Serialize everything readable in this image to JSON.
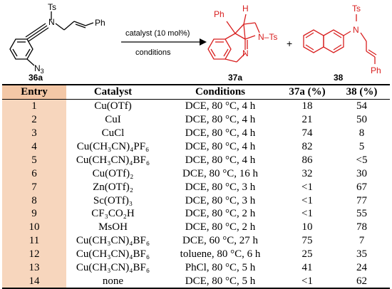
{
  "scheme": {
    "reactant_label": "36a",
    "product1_label": "37a",
    "product2_label": "38",
    "arrow_above": "catalyst (10 mol%)",
    "arrow_below": "conditions",
    "plus": "+",
    "atoms": {
      "ts_sm": "Ts",
      "n_sm": "N",
      "ph_sm": "Ph",
      "n3": "N",
      "n3_sub": "3",
      "ph_p1": "Ph",
      "h_p1": "H",
      "n_ts_p1": "N–Ts",
      "n_imine": "N",
      "ts_p2": "Ts",
      "n_p2": "N",
      "ph_p2": "Ph"
    },
    "colors": {
      "product": "#d81e1e",
      "arrow": "#000000"
    }
  },
  "table": {
    "headers": [
      "Entry",
      "Catalyst",
      "Conditions",
      "37a (%)",
      "38 (%)"
    ],
    "rows": [
      [
        "1",
        "Cu(OTf)",
        "DCE, 80 °C, 4 h",
        "18",
        "54"
      ],
      [
        "2",
        "CuI",
        "DCE, 80 °C, 4 h",
        "21",
        "50"
      ],
      [
        "3",
        "CuCl",
        "DCE, 80 °C, 4 h",
        "74",
        "8"
      ],
      [
        "4",
        "Cu(CH₃CN)₄PF₆",
        "DCE, 80 °C, 4 h",
        "82",
        "5"
      ],
      [
        "5",
        "Cu(CH₃CN)₄BF₆",
        "DCE, 80 °C, 4 h",
        "86",
        "<5"
      ],
      [
        "6",
        "Cu(OTf)₂",
        "DCE, 80 °C, 16 h",
        "32",
        "30"
      ],
      [
        "7",
        "Zn(OTf)₂",
        "DCE, 80 °C, 3 h",
        "<1",
        "67"
      ],
      [
        "8",
        "Sc(OTf)₃",
        "DCE, 80 °C, 3 h",
        "<1",
        "77"
      ],
      [
        "9",
        "CF₃CO₂H",
        "DCE, 80 °C, 2 h",
        "<1",
        "55"
      ],
      [
        "10",
        "MsOH",
        "DCE, 80 °C, 2 h",
        "10",
        "78"
      ],
      [
        "11",
        "Cu(CH₃CN)₄BF₆",
        "DCE, 60 °C, 27 h",
        "75",
        "7"
      ],
      [
        "12",
        "Cu(CH₃CN)₄BF₆",
        "toluene, 80 °C, 6 h",
        "25",
        "35"
      ],
      [
        "13",
        "Cu(CH₃CN)₄BF₆",
        "PhCl, 80 °C, 5 h",
        "41",
        "24"
      ],
      [
        "14",
        "none",
        "DCE, 80 °C, 5 h",
        "<1",
        "62"
      ]
    ],
    "colors": {
      "entry_bg": "#f7d6bd",
      "entry_header_bg": "#f3c7a6"
    }
  }
}
